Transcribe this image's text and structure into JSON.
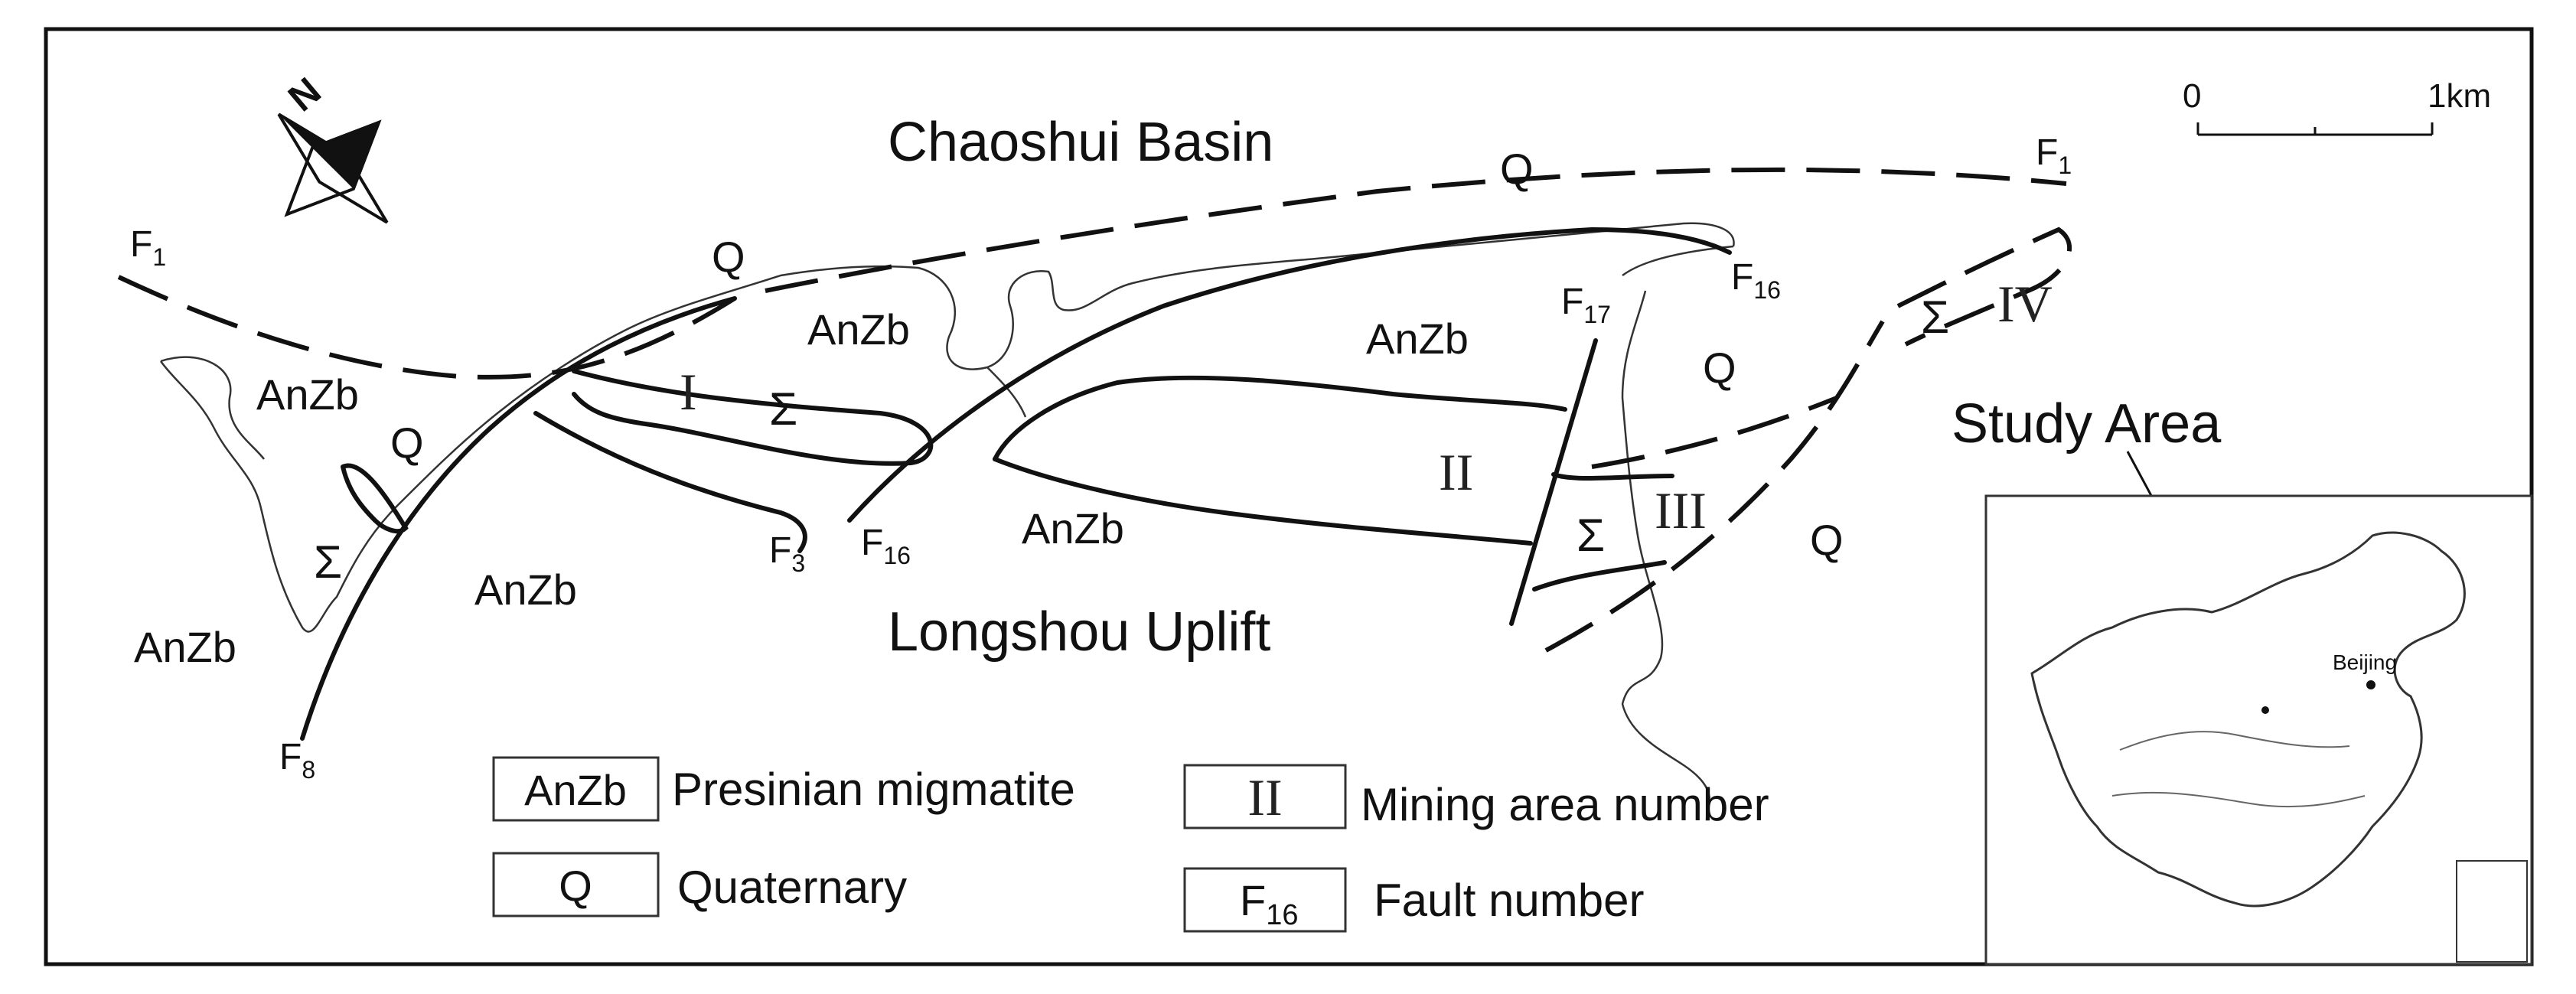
{
  "basin": "Chaoshui Basin",
  "uplift": "Longshou Uplift",
  "study_area": "Study Area",
  "city": "Beijing",
  "north": "N",
  "scale": {
    "start": "0",
    "end": "1km"
  },
  "units": {
    "anzb": "AnZb",
    "q": "Q",
    "sigma": "Σ"
  },
  "faults": {
    "f1": {
      "base": "F",
      "sub": "1"
    },
    "f3": {
      "base": "F",
      "sub": "3"
    },
    "f8": {
      "base": "F",
      "sub": "8"
    },
    "f16": {
      "base": "F",
      "sub": "16"
    },
    "f17": {
      "base": "F",
      "sub": "17"
    }
  },
  "mining_areas": {
    "one": "I",
    "two": "II",
    "three": "III",
    "four": "IV"
  },
  "legend": {
    "anzb": {
      "symbol": "AnZb",
      "label": "Presinian migmatite"
    },
    "q": {
      "symbol": "Q",
      "label": "Quaternary"
    },
    "mining": {
      "symbol": "II",
      "label": "Mining area number"
    },
    "fault": {
      "symbol": "F",
      "sub": "16",
      "label": "Fault number"
    }
  }
}
